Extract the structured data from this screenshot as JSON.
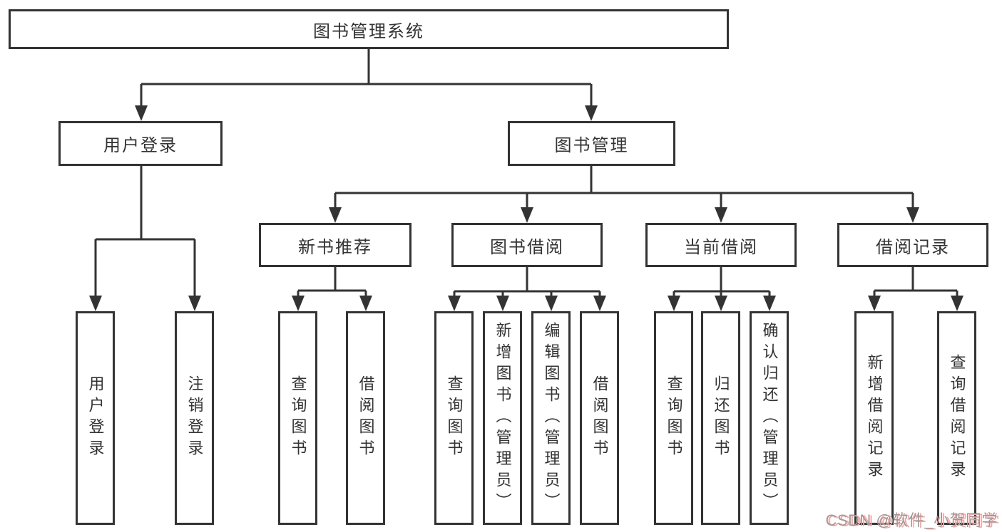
{
  "nodes": {
    "root": "图书管理系统",
    "login": "用户登录",
    "mgmt": "图书管理",
    "rec": "新书推荐",
    "borrow": "图书借阅",
    "current": "当前借阅",
    "records": "借阅记录",
    "login_login": "用户登录",
    "login_logout": "注销登录",
    "rec_query": "查询图书",
    "rec_borrow": "借阅图书",
    "borrow_query": "查询图书",
    "borrow_add": "新增图书（管理员）",
    "borrow_edit": "编辑图书（管理员）",
    "borrow_borrow": "借阅图书",
    "current_query": "查询图书",
    "current_return": "归还图书",
    "current_confirm": "确认归还（管理员）",
    "records_add": "新增借阅记录",
    "records_query": "查询借阅记录"
  },
  "watermark": {
    "text": "CSDN @软件_小贺同学"
  },
  "colors": {
    "background": "#ffffff",
    "line": "#333333",
    "box_border": "#333333",
    "text": "#333333",
    "watermark_text": "#9b9b9b",
    "watermark_shadow": "#ffa2a2"
  }
}
